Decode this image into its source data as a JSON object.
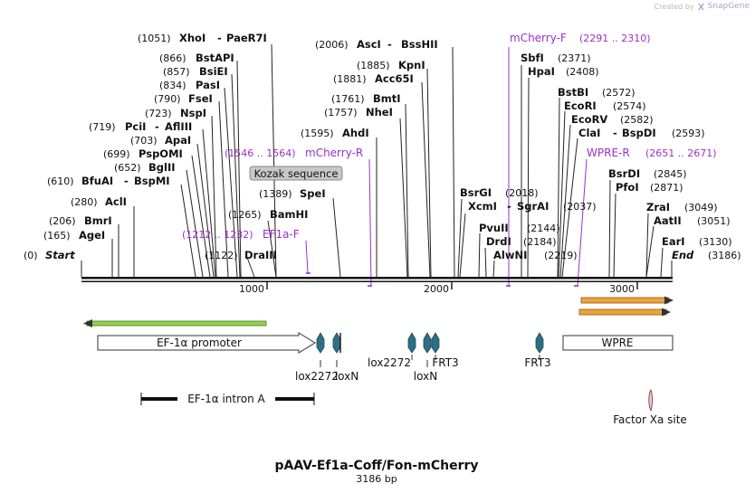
{
  "branding": {
    "created_by": "Created by",
    "product": "SnapGene"
  },
  "plasmid": {
    "name": "pAAV-Ef1a-Coff/Fon-mCherry",
    "length_label": "3186 bp",
    "length": 3186
  },
  "ruler": {
    "ticks": [
      "1000",
      "2000",
      "3000"
    ]
  },
  "sites": [
    {
      "pos": "(1051)",
      "name": "XhoI",
      "name2": "PaeR7I",
      "bp": 1051
    },
    {
      "pos": "(866)",
      "name": "BstAPI",
      "bp": 866
    },
    {
      "pos": "(857)",
      "name": "BsiEI",
      "bp": 857
    },
    {
      "pos": "(834)",
      "name": "PasI",
      "bp": 834
    },
    {
      "pos": "(790)",
      "name": "FseI",
      "bp": 790
    },
    {
      "pos": "(723)",
      "name": "NspI",
      "bp": 723
    },
    {
      "pos": "(719)",
      "name": "PciI",
      "name2": "AflIII",
      "bp": 719
    },
    {
      "pos": "(703)",
      "name": "ApaI",
      "bp": 703
    },
    {
      "pos": "(699)",
      "name": "PspOMI",
      "bp": 699
    },
    {
      "pos": "(652)",
      "name": "BglII",
      "bp": 652
    },
    {
      "pos": "(610)",
      "name": "BfuAI",
      "name2": "BspMI",
      "bp": 610
    },
    {
      "pos": "(280)",
      "name": "AclI",
      "bp": 280
    },
    {
      "pos": "(206)",
      "name": "BmrI",
      "bp": 206
    },
    {
      "pos": "(165)",
      "name": "AgeI",
      "bp": 165
    },
    {
      "pos": "(0)",
      "name": "Start",
      "bp": 0,
      "italic": true
    },
    {
      "pos": "(1265)",
      "name": "BamHI",
      "bp": 1265
    },
    {
      "pos": "(1122)",
      "name": "DraIII",
      "bp": 1122
    },
    {
      "pos": "(1389)",
      "name": "SpeI",
      "bp": 1389
    },
    {
      "pos": "(1595)",
      "name": "AhdI",
      "bp": 1595
    },
    {
      "pos": "(1757)",
      "name": "NheI",
      "bp": 1757
    },
    {
      "pos": "(1761)",
      "name": "BmtI",
      "bp": 1761
    },
    {
      "pos": "(1881)",
      "name": "Acc65I",
      "bp": 1881
    },
    {
      "pos": "(1885)",
      "name": "KpnI",
      "bp": 1885
    },
    {
      "pos": "(2006)",
      "name": "AscI",
      "name2": "BssHII",
      "bp": 2006
    },
    {
      "pos": "(2371)",
      "name": "SbfI",
      "bp": 2371
    },
    {
      "pos": "(2408)",
      "name": "HpaI",
      "bp": 2408
    },
    {
      "pos": "(2018)",
      "name": "BsrGI",
      "bp": 2018
    },
    {
      "pos": "(2037)",
      "name": "XcmI",
      "name2": "SgrAI",
      "bp": 2037
    },
    {
      "pos": "(2144)",
      "name": "PvuII",
      "bp": 2144
    },
    {
      "pos": "(2184)",
      "name": "DrdI",
      "bp": 2184
    },
    {
      "pos": "(2219)",
      "name": "AlwNI",
      "bp": 2219
    },
    {
      "pos": "(2572)",
      "name": "BstBI",
      "bp": 2572
    },
    {
      "pos": "(2574)",
      "name": "EcoRI",
      "bp": 2574
    },
    {
      "pos": "(2582)",
      "name": "EcoRV",
      "bp": 2582
    },
    {
      "pos": "(2593)",
      "name": "ClaI",
      "name2": "BspDI",
      "bp": 2593
    },
    {
      "pos": "(2845)",
      "name": "BsrDI",
      "bp": 2845
    },
    {
      "pos": "(2871)",
      "name": "PfoI",
      "bp": 2871
    },
    {
      "pos": "(3049)",
      "name": "ZraI",
      "bp": 3049
    },
    {
      "pos": "(3051)",
      "name": "AatII",
      "bp": 3051
    },
    {
      "pos": "(3130)",
      "name": "EarI",
      "bp": 3130
    },
    {
      "pos": "(3186)",
      "name": "End",
      "bp": 3186,
      "italic": true
    }
  ],
  "primers": [
    {
      "name": "mCherry-F",
      "range": "(2291 .. 2310)"
    },
    {
      "name": "mCherry-R",
      "range": "(1546 .. 1564)"
    },
    {
      "name": "EF1a-F",
      "range": "(1212 .. 1232)"
    },
    {
      "name": "WPRE-R",
      "range": "(2651 .. 2671)"
    }
  ],
  "features": {
    "kozak": "Kozak sequence",
    "ef1a_promoter": "EF-1α promoter",
    "wpre": "WPRE",
    "lox2272_a": "lox2272",
    "loxn_a": "loxN",
    "lox2272_b": "lox2272",
    "loxn_b": "loxN",
    "frt3_a": "FRT3",
    "frt3_b": "FRT3",
    "ef1a_intron": "EF-1α intron A",
    "factor_xa": "Factor Xa site"
  },
  "colors": {
    "primer": "#9b30c8",
    "lox": "#2f6f86",
    "orf_green": "#8fd14f",
    "orf_orange": "#f0a23a",
    "feature_fill": "#ffffff",
    "kozak_fill": "#c8c8c8"
  }
}
